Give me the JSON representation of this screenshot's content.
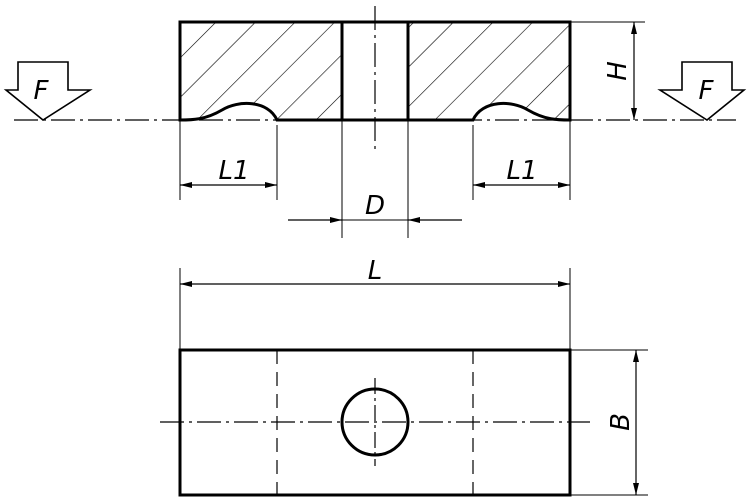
{
  "labels": {
    "force_left": "F",
    "force_right": "F",
    "height": "H",
    "slot_left": "L1",
    "slot_right": "L1",
    "hole_diameter": "D",
    "length": "L",
    "width": "B"
  }
}
